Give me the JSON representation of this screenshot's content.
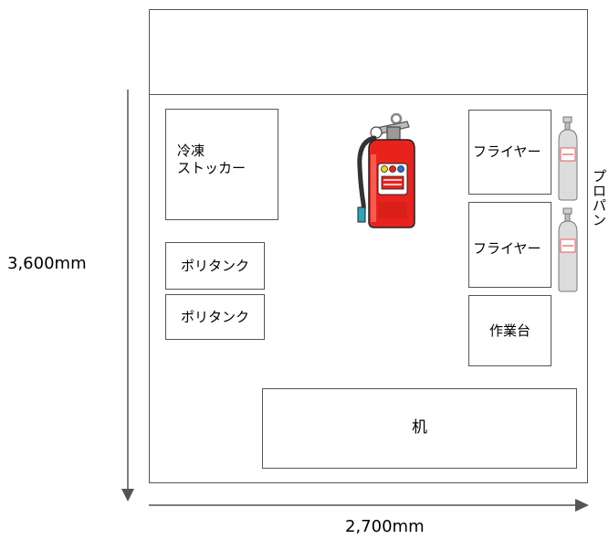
{
  "dimensions": {
    "height_label": "3,600mm",
    "width_label": "2,700mm"
  },
  "equipment": {
    "freezer_stocker": "冷凍\nストッカー",
    "poly_tank_1": "ポリタンク",
    "poly_tank_2": "ポリタンク",
    "fryer_1": "フライヤー",
    "fryer_2": "フライヤー",
    "workbench": "作業台",
    "desk": "机",
    "propane_label": "プ\nロ\nパ\nン"
  },
  "icons": {
    "extinguisher": "fire-extinguisher-icon",
    "gas_cylinder": "gas-cylinder-icon"
  },
  "colors": {
    "extinguisher_red": "#e8231d",
    "arrow_gray": "#555555",
    "cylinder_gray": "#d9d9d9"
  }
}
